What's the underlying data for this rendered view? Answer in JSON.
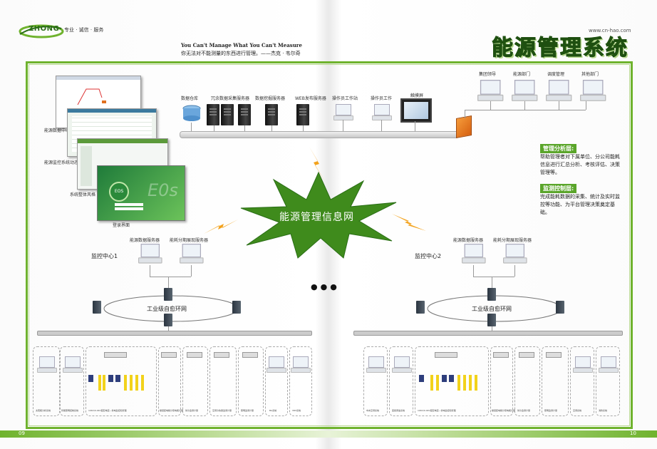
{
  "brand": {
    "logo_text": "ZHONG",
    "slogan": "专业 · 诚信 · 服务",
    "url": "www.cn-hao.com"
  },
  "header": {
    "quote_en": "You Can't Manage What You Can't Measure",
    "quote_cn": "你无法对不能测量的东西进行管理。——杰克 · 韦尔奇",
    "title": "能源管理系统"
  },
  "top_servers": [
    "数据仓库",
    "冗余数据采集服务器",
    "数据挖掘服务器",
    "WEB发布服务器",
    "操作员工作站",
    "操作员工作",
    "触摸屏"
  ],
  "dept_clients": [
    "集团领导",
    "能源部门",
    "调度管理",
    "其他部门"
  ],
  "screenshots": [
    "能源数据中心",
    "能源监控系统动态监控",
    "系统整体风格",
    "登录界面"
  ],
  "center": "能源管理信息网",
  "mgmt": {
    "title": "管理分析层:",
    "text": "帮助管理者对下属单位、分公司能耗信息进行汇总分析、考核评估、决策管理等。"
  },
  "monitor": {
    "title": "监测控制层:",
    "text": "完成能耗数据的采集、统计及实时监控等功能、为平台管理决策奠定基础。"
  },
  "left": {
    "servers": [
      "能源数据服务器",
      "能耗分期展现服务器"
    ],
    "center_label": "监控中心1",
    "ring": "工业级自愈环网",
    "bottom": [
      "太阳能分析系统",
      "智能照明控制系统",
      "10KV/0.4KV变配电室—供电监控和管理",
      "楼层配电箱分项电能计量",
      "供冷监测计量",
      "空调冷热量监测计量",
      "照明监测计量",
      "BA系统",
      "VRV系统"
    ]
  },
  "right": {
    "servers": [
      "能源数据服务器",
      "能耗分期展现服务器"
    ],
    "center_label": "监控中心2",
    "ring": "工业级自愈环网",
    "bottom": [
      "中央空调系统",
      "变频调速系统",
      "10KV/0.4KV变配电室—供电监控和管理",
      "楼层配电箱分项电能计量",
      "供冷监测计量",
      "照明监测计量",
      "空调系统",
      "消防系统"
    ]
  },
  "pages": {
    "left": "09",
    "right": "10"
  },
  "dots": "●●●",
  "login": {
    "eos": "EOS"
  },
  "colors": {
    "green": "#6fb32e",
    "dark_green": "#2a6e16",
    "burst": "#3f8b1c",
    "badge": "#5aa52a"
  }
}
